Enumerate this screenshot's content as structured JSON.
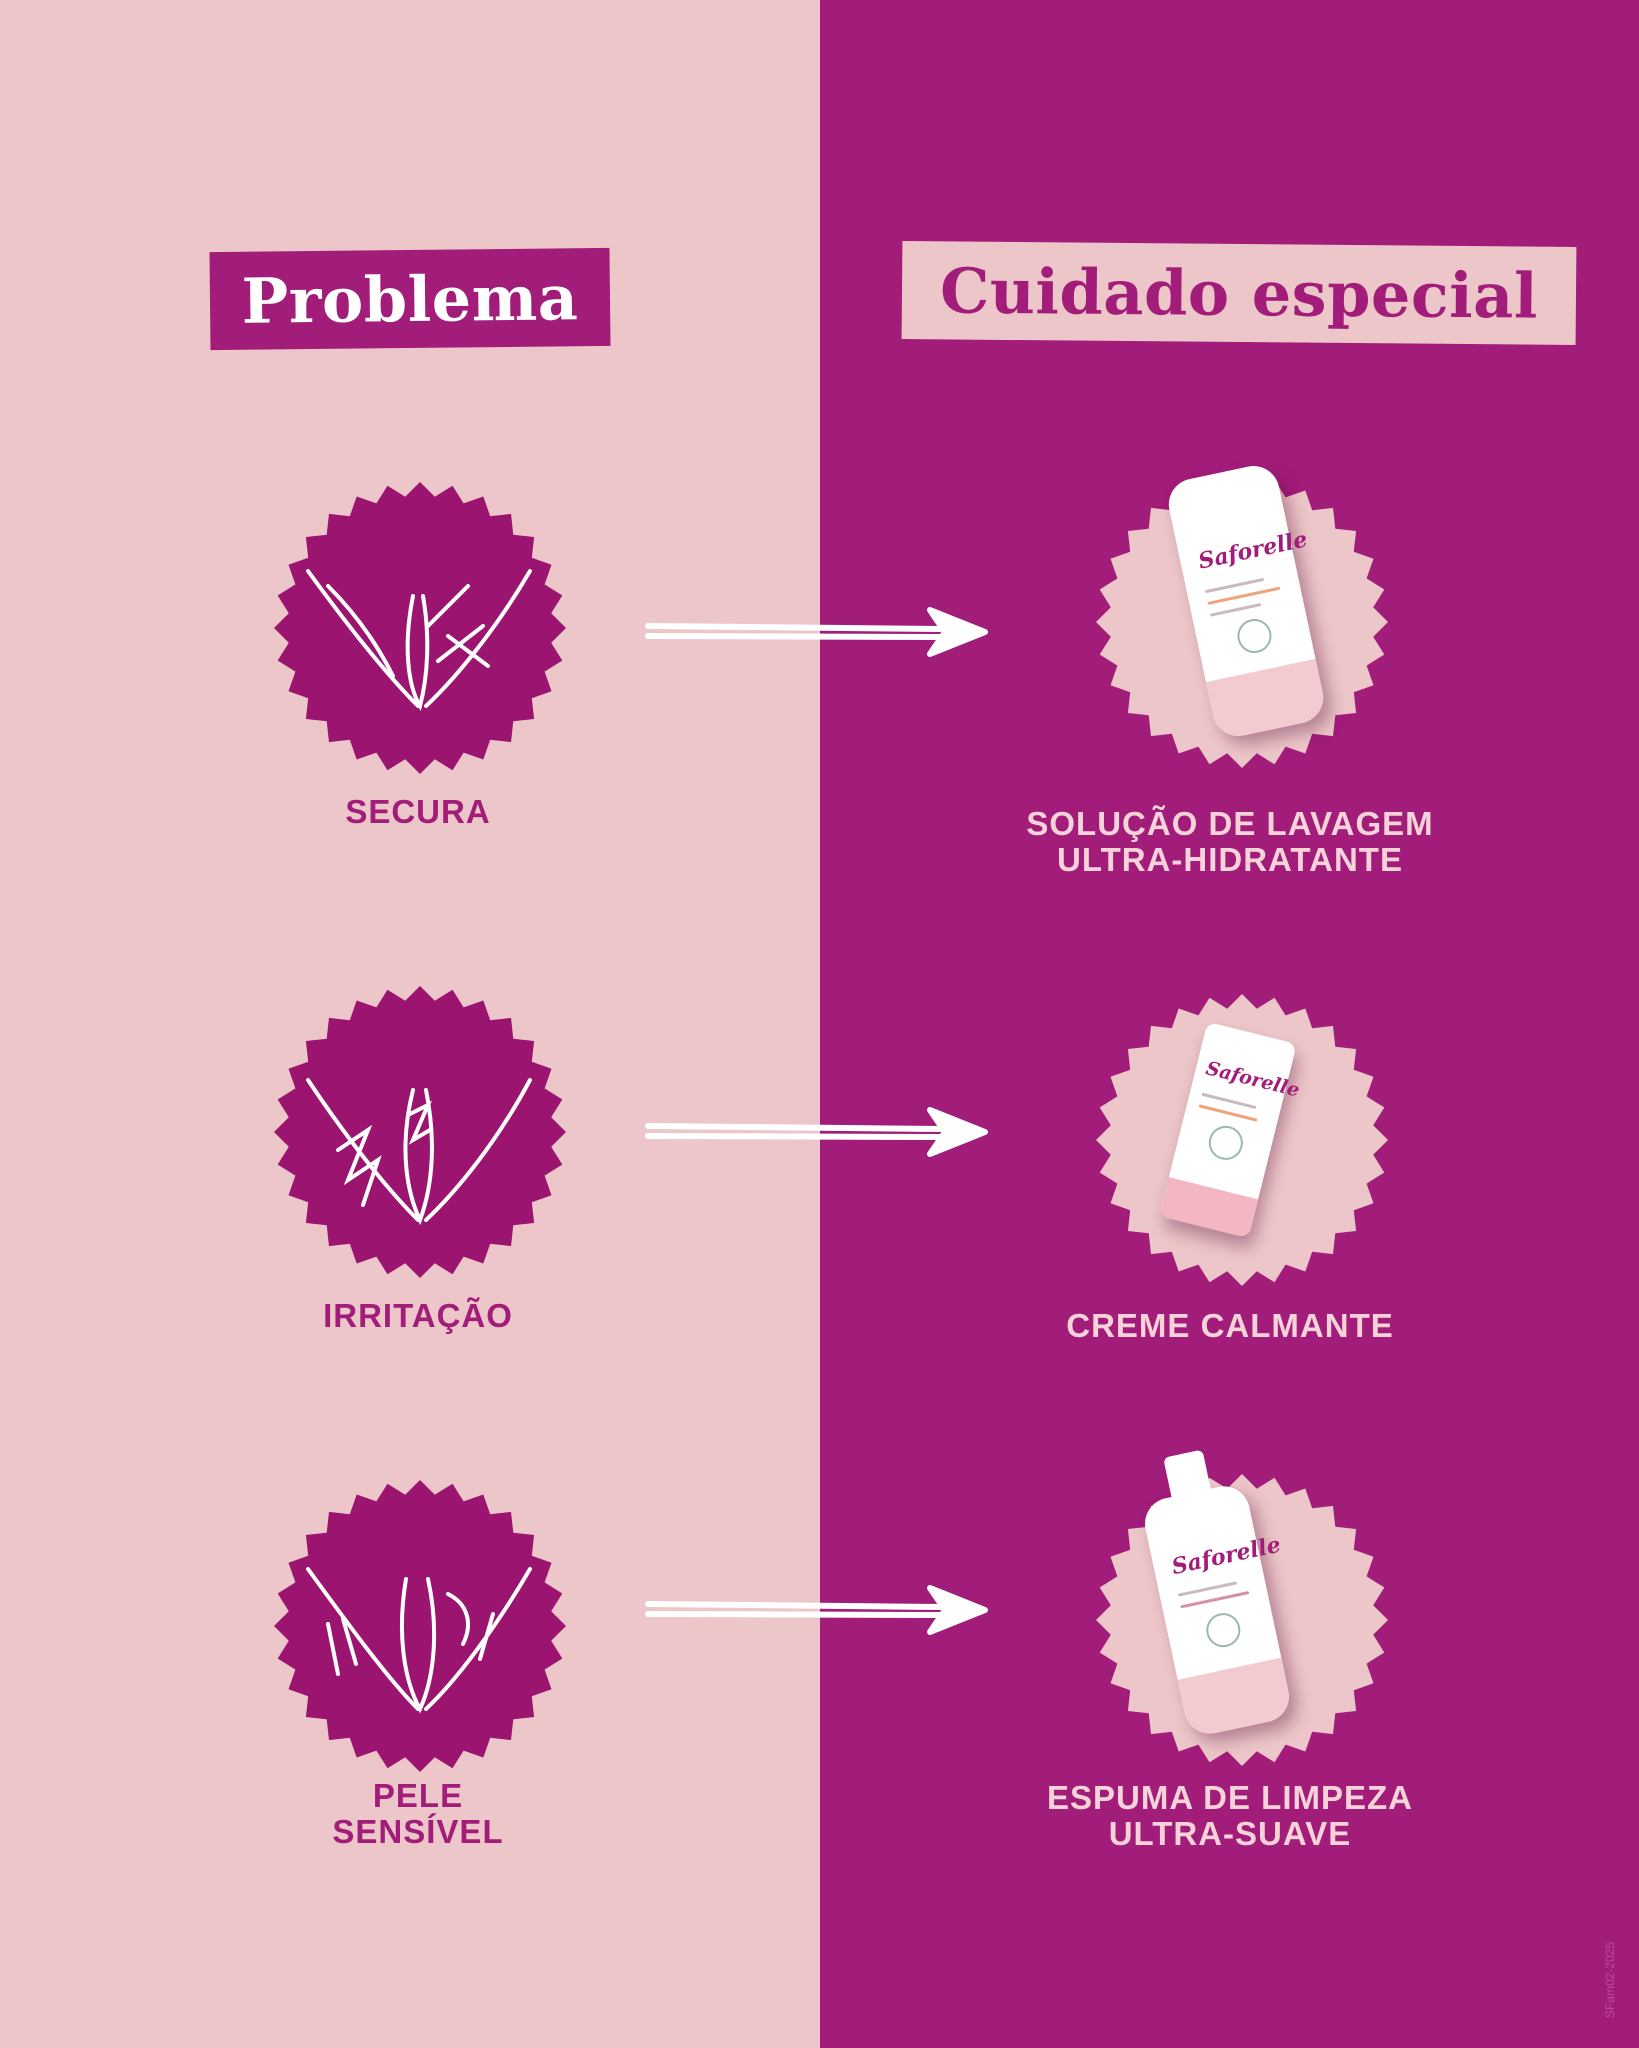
{
  "header": {
    "problem": "Problema",
    "care": "Cuidado especial"
  },
  "rows": [
    {
      "problem": "SECURA",
      "solution_line1": "SOLUÇÃO DE LAVAGEM",
      "solution_line2": "ULTRA-HIDRATANTE",
      "brand": "Saforelle"
    },
    {
      "problem": "IRRITAÇÃO",
      "solution_line1": "CREME CALMANTE",
      "brand": "Saforelle"
    },
    {
      "problem_line1": "PELE",
      "problem_line2": "SENSÍVEL",
      "solution_line1": "ESPUMA DE LIMPEZA",
      "solution_line2": "ULTRA-SUAVE",
      "brand": "Saforelle"
    }
  ],
  "footer": {
    "code": "SFam02-2025"
  },
  "colors": {
    "magenta": "#a21c7a",
    "pink": "#ecc6c8",
    "badge_dark": "#9a1470"
  },
  "icons": [
    "vulva-dryness-icon",
    "vulva-irritation-icon",
    "vulva-sensitive-icon",
    "arrow-right-icon"
  ]
}
